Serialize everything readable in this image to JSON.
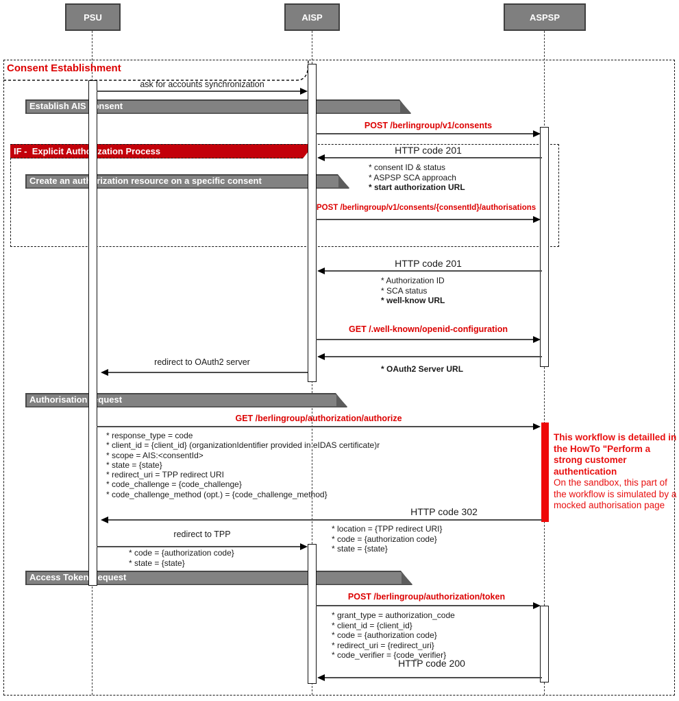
{
  "actors": [
    {
      "id": "psu",
      "label": "PSU"
    },
    {
      "id": "aisp",
      "label": "AISP"
    },
    {
      "id": "aspsp",
      "label": "ASPSP"
    }
  ],
  "frame_title": "Consent Establishment",
  "if_label": "IF -  Explicit Authorization Process",
  "banners": {
    "establish": "Establish AIS consent",
    "create_auth": "Create an authorization resource on a specific consent",
    "auth_request": "Authorisation request",
    "token_request": "Access Token Request"
  },
  "messages": {
    "ask_sync": "ask for accounts synchronization",
    "post_consents": "POST /berlingroup/v1/consents",
    "http_201_a": "HTTP code 201",
    "consent_created": [
      "* consent ID & status",
      "* ASPSP SCA approach",
      "* start authorization URL"
    ],
    "post_authorisations": "POST /berlingroup/v1/consents/{consentId}/authorisations",
    "http_201_b": "HTTP code 201",
    "auth_created": [
      "* Authorization ID",
      "* SCA status",
      "* well-know URL"
    ],
    "get_wellknown": "GET /.well-known/openid-configuration",
    "oauth2_url": "* OAuth2 Server URL",
    "redirect_oauth2": "redirect to OAuth2 server",
    "get_authorize": "GET /berlingroup/authorization/authorize",
    "authorize_params": [
      "* response_type = code",
      "* client_id = {client_id} (organizationIdentifier provided in eIDAS certificate)r",
      "* scope = AIS:<consentId>",
      "* state = {state}",
      "* redirect_uri = TPP redirect URI",
      "* code_challenge = {code_challenge}",
      "* code_challenge_method (opt.) = {code_challenge_method}"
    ],
    "http_302": "HTTP code 302",
    "location_params": [
      "* location = {TPP redirect URI}",
      "* code = {authorization code}",
      "* state = {state}"
    ],
    "redirect_tpp": "redirect to TPP",
    "tpp_params": [
      "* code = {authorization code}",
      "* state = {state}"
    ],
    "post_token": "POST /berlingroup/authorization/token",
    "token_params": [
      "* grant_type = authorization_code",
      "* client_id = {client_id}",
      "* code = {authorization code}",
      "* redirect_uri = {redirect_uri}",
      "* code_verifier = {code_verifier}"
    ],
    "http_200": "HTTP code 200"
  },
  "side_note": {
    "bold": "This workflow is detailled in the HowTo \"Perform a strong customer authentication",
    "normal": "On the sandbox, this part of the workflow is simulated by a mocked authorisation page"
  },
  "colors": {
    "accent_red": "#dc0000",
    "if_banner_red": "#c3000a",
    "note_bar_red": "#ee0808",
    "banner_gray": "#828282",
    "actor_gray": "#7f7f7f"
  }
}
